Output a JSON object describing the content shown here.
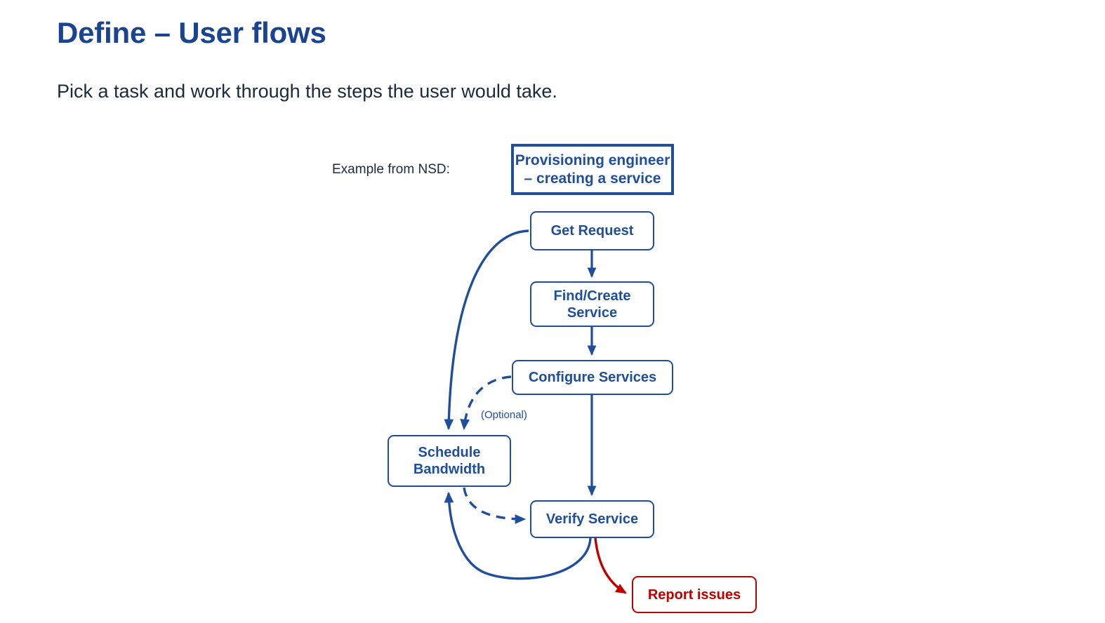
{
  "slide": {
    "title": "Define – User flows",
    "subtitle": "Pick a task and work through the steps the user would take.",
    "background_color": "#ffffff"
  },
  "colors": {
    "title_blue": "#1a448f",
    "flow_blue": "#1f4e9c",
    "issue_red": "#c00000",
    "body_text": "#1b2a3d"
  },
  "diagram": {
    "example_label": "Example from NSD:",
    "header_box": {
      "label": "Provisioning engineer\n– creating a service",
      "line1": "Provisioning engineer",
      "line2": "– creating a service",
      "color": "#1f4e9c"
    },
    "nodes": [
      {
        "id": "get-request",
        "label": "Get Request",
        "color": "#1f4e9c"
      },
      {
        "id": "find-create-service",
        "label": "Find/Create\nService",
        "line1": "Find/Create",
        "line2": "Service",
        "color": "#1f4e9c"
      },
      {
        "id": "configure-services",
        "label": "Configure Services",
        "color": "#1f4e9c"
      },
      {
        "id": "schedule-bandwidth",
        "label": "Schedule\nBandwidth",
        "line1": "Schedule",
        "line2": "Bandwidth",
        "color": "#1f4e9c"
      },
      {
        "id": "verify-service",
        "label": "Verify Service",
        "color": "#1f4e9c"
      },
      {
        "id": "report-issues",
        "label": "Report issues",
        "color": "#c00000"
      }
    ],
    "edges": [
      {
        "from": "get-request",
        "to": "find-create-service",
        "style": "solid",
        "color": "#1f4e9c",
        "label": ""
      },
      {
        "from": "find-create-service",
        "to": "configure-services",
        "style": "solid",
        "color": "#1f4e9c",
        "label": ""
      },
      {
        "from": "configure-services",
        "to": "verify-service",
        "style": "solid",
        "color": "#1f4e9c",
        "label": ""
      },
      {
        "from": "get-request",
        "to": "schedule-bandwidth",
        "style": "solid",
        "color": "#1f4e9c",
        "label": ""
      },
      {
        "from": "configure-services",
        "to": "schedule-bandwidth",
        "style": "dashed",
        "color": "#1f4e9c",
        "label": "(Optional)"
      },
      {
        "from": "schedule-bandwidth",
        "to": "verify-service",
        "style": "dashed",
        "color": "#1f4e9c",
        "label": ""
      },
      {
        "from": "verify-service",
        "to": "schedule-bandwidth",
        "style": "solid",
        "color": "#1f4e9c",
        "label": ""
      },
      {
        "from": "verify-service",
        "to": "report-issues",
        "style": "solid",
        "color": "#c00000",
        "label": ""
      }
    ],
    "optional_label": "(Optional)"
  }
}
